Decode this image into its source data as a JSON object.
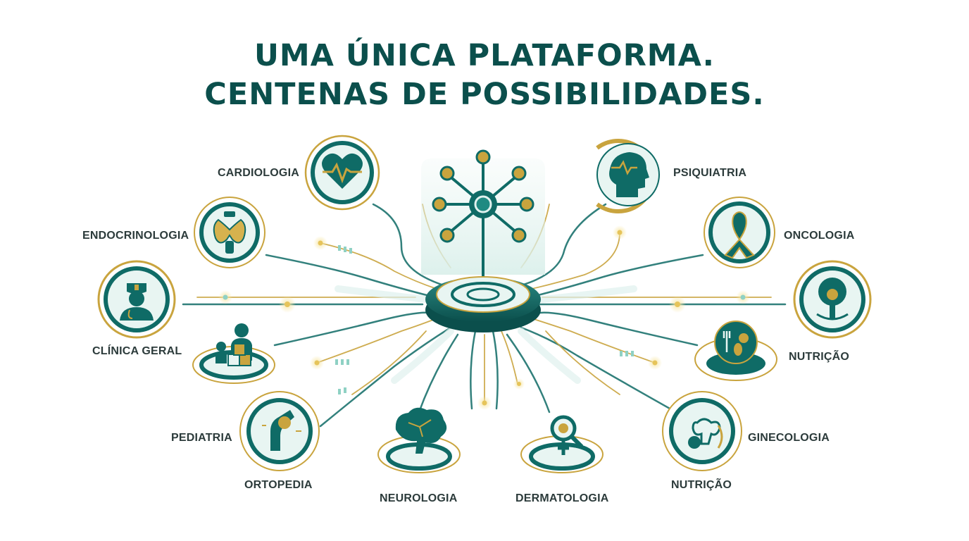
{
  "title": {
    "line1": "UMA ÚNICA PLATAFORMA.",
    "line2": "CENTENAS DE POSSIBILIDADES."
  },
  "colors": {
    "teal": "#0f6b66",
    "teal_dark": "#0b4f4c",
    "gold": "#c9a43e",
    "mint": "#dff1ee",
    "text": "#2c3b3b"
  },
  "specialties": [
    {
      "label": "CARDIOLOGIA",
      "icon": "heart-pulse-icon"
    },
    {
      "label": "PSIQUIATRIA",
      "icon": "head-brain-icon"
    },
    {
      "label": "ENDOCRINOLOGIA",
      "icon": "thyroid-icon"
    },
    {
      "label": "ONCOLOGIA",
      "icon": "awareness-ribbon-icon"
    },
    {
      "label": "CLÍNICA GERAL",
      "icon": "nurse-icon"
    },
    {
      "label": "NUTRIÇÃO",
      "icon": "fork-fruit-icon"
    },
    {
      "label": "PEDIATRIA",
      "icon": "child-blocks-icon"
    },
    {
      "label": "GINECOLOGIA",
      "icon": "uterus-icon"
    },
    {
      "label": "ORTOPEDIA",
      "icon": "knee-joint-icon"
    },
    {
      "label": "NUTRIÇÃO",
      "icon": "apple-uterus-icon"
    },
    {
      "label": "NEUROLOGIA",
      "icon": "brain-icon"
    },
    {
      "label": "DERMATOLOGIA",
      "icon": "magnifier-female-icon"
    }
  ],
  "hub": {
    "icon": "network-hub-icon"
  },
  "extra_icon": {
    "icon": "tree-apple-icon"
  }
}
